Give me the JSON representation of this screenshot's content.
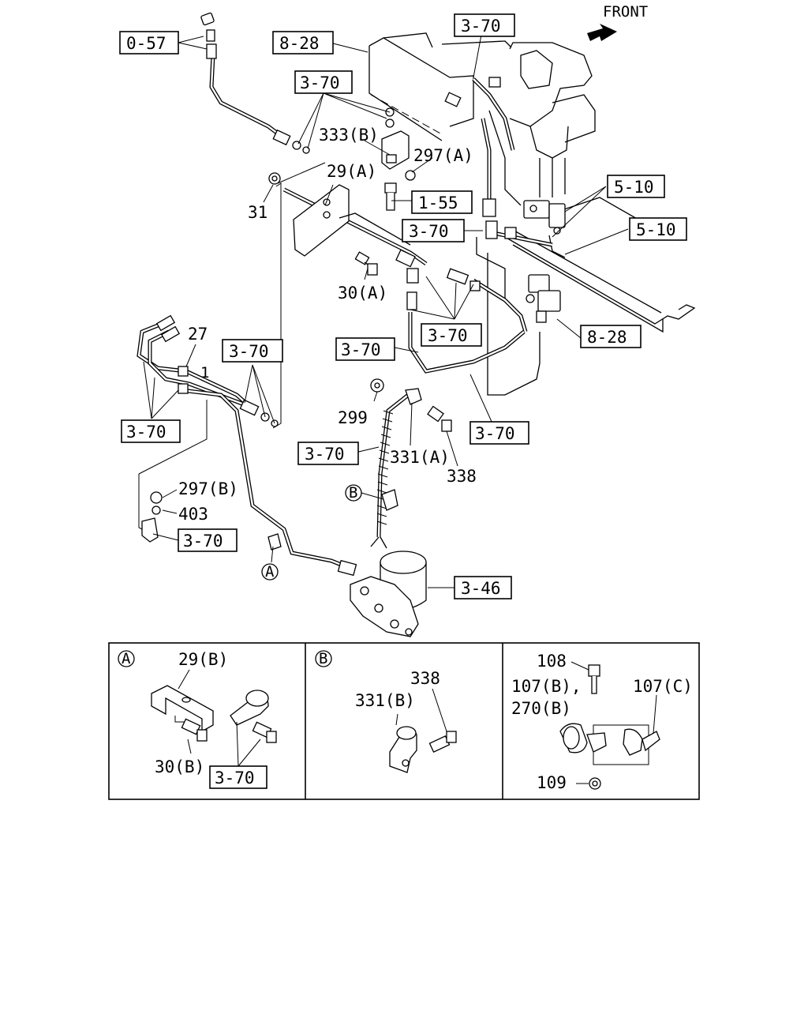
{
  "front_label": "FRONT",
  "refs": {
    "r0_57": "0-57",
    "r8_28_top": "8-28",
    "r3_70_top": "3-70",
    "r3_70_b": "3-70",
    "r5_10_a": "5-10",
    "r5_10_b": "5-10",
    "r1_55": "1-55",
    "r3_70_c": "3-70",
    "r3_70_d": "3-70",
    "r8_28_right": "8-28",
    "r3_70_e": "3-70",
    "r3_70_f": "3-70",
    "r3_70_g": "3-70",
    "r3_70_h": "3-70",
    "r3_70_i": "3-70",
    "r3_70_j": "3-70",
    "r3_46": "3-46"
  },
  "parts": {
    "p333b": "333(B)",
    "p297a": "297(A)",
    "p29a": "29(A)",
    "p31": "31",
    "p30a": "30(A)",
    "p27": "27",
    "p1": "1",
    "p299": "299",
    "p331a": "331(A)",
    "p338": "338",
    "p297b": "297(B)",
    "p403": "403"
  },
  "markers": {
    "a": "A",
    "b": "B"
  },
  "inset_a": {
    "marker": "A",
    "p29b": "29(B)",
    "p30b": "30(B)",
    "ref": "3-70"
  },
  "inset_b": {
    "marker": "B",
    "p338": "338",
    "p331b": "331(B)"
  },
  "inset_c": {
    "p108": "108",
    "p107b": "107(B),",
    "p107c": "107(C)",
    "p270b": "270(B)",
    "p109": "109"
  }
}
